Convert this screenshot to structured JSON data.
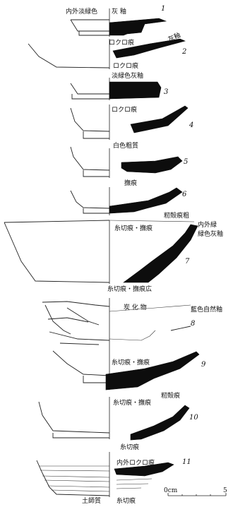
{
  "vessels": [
    {
      "number": "1",
      "labels": [
        "内外淡緑色",
        "灰 釉",
        "ロクロ痕"
      ]
    },
    {
      "number": "2",
      "labels": [
        "灰釉",
        "ロクロ痕"
      ]
    },
    {
      "number": "3",
      "labels": [
        "淡緑色灰釉"
      ]
    },
    {
      "number": "4",
      "labels": [
        "ロクロ痕"
      ]
    },
    {
      "number": "5",
      "labels": [
        "白色粗質",
        "撫痕"
      ]
    },
    {
      "number": "6",
      "labels": [
        "籾殻痕粗"
      ]
    },
    {
      "number": "7",
      "labels": [
        "内外緑",
        "緑色灰釉",
        "糸切痕・撫痕",
        "糸切痕・撫痕広"
      ]
    },
    {
      "number": "8",
      "labels": [
        "炭 化 物",
        "藍色自然釉"
      ]
    },
    {
      "number": "9",
      "labels": [
        "糸切痕・撫痕"
      ]
    },
    {
      "number": "10",
      "labels": [
        "糸切痕・撫痕",
        "籾殻痕",
        "糸切痕"
      ]
    },
    {
      "number": "11",
      "labels": [
        "内外ロクロ痕",
        "土師質",
        "糸切痕"
      ]
    }
  ],
  "scale": {
    "start": "0cm",
    "end": "5"
  }
}
